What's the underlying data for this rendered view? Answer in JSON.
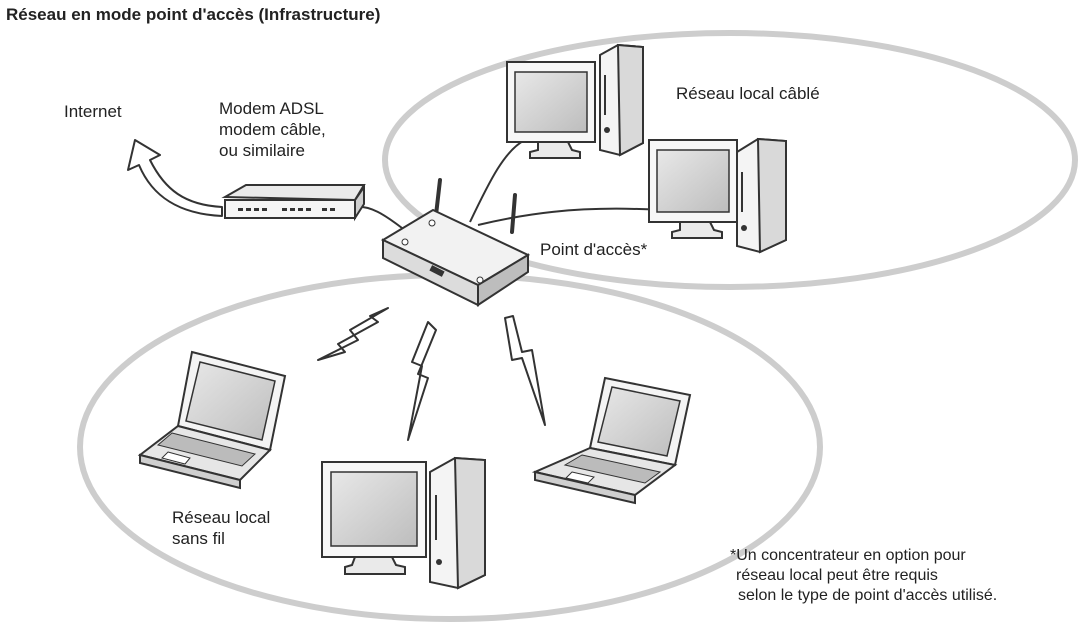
{
  "title": "Réseau en mode point d'accès (Infrastructure)",
  "labels": {
    "internet": "Internet",
    "modem": [
      "Modem ADSL",
      "modem câble,",
      "ou similaire"
    ],
    "wired_lan": "Réseau local câblé",
    "access_point": "Point d'accès*",
    "wireless_lan": [
      "Réseau local",
      "sans fil"
    ],
    "footnote": [
      "*Un concentrateur en option pour",
      "réseau local peut être requis",
      "selon le type de point d'accès utilisé."
    ]
  },
  "colors": {
    "ellipse": "#c8c8c8",
    "line": "#333333"
  }
}
